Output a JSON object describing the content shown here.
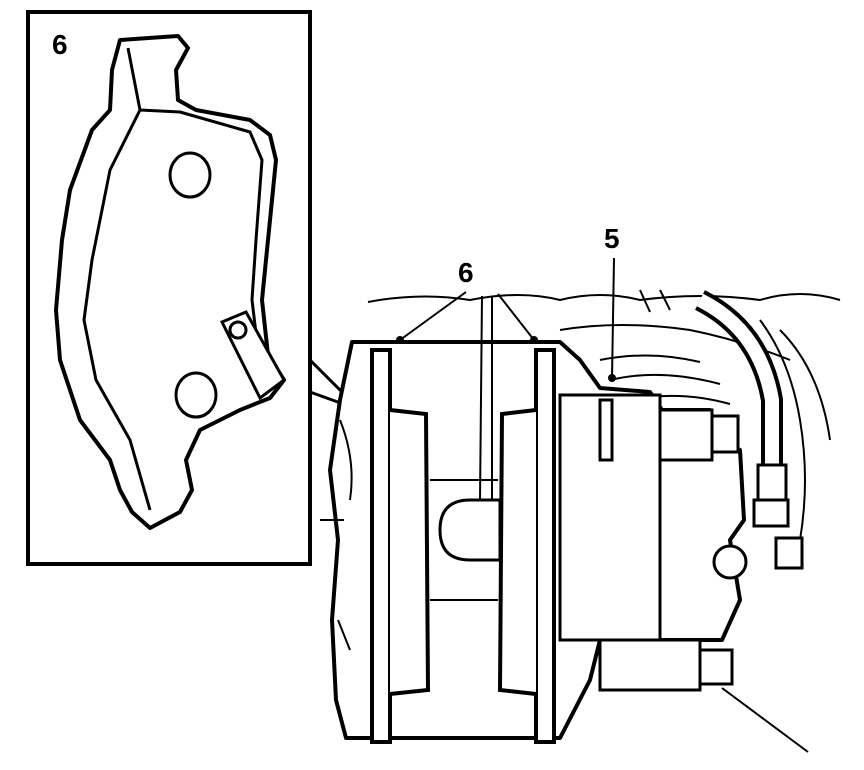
{
  "callouts": {
    "inset_label": "6",
    "pads_label": "6",
    "caliper_label": "5"
  },
  "colors": {
    "line": "#000000",
    "background": "#ffffff"
  }
}
